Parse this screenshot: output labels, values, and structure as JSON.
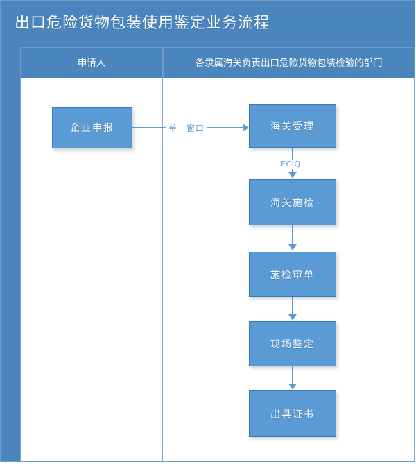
{
  "diagram": {
    "title": "出口危险货物包装使用鉴定业务流程",
    "type": "flowchart",
    "lanes": [
      {
        "id": "applicant",
        "label": "申请人"
      },
      {
        "id": "customs",
        "label": "各隶属海关负责出口危险货物包装检验的部门"
      }
    ],
    "nodes": [
      {
        "id": "n1",
        "lane": "applicant",
        "label": "企业申报"
      },
      {
        "id": "n2",
        "lane": "customs",
        "label": "海关受理"
      },
      {
        "id": "n3",
        "lane": "customs",
        "label": "海关施检"
      },
      {
        "id": "n4",
        "lane": "customs",
        "label": "施检审单"
      },
      {
        "id": "n5",
        "lane": "customs",
        "label": "现场鉴定"
      },
      {
        "id": "n6",
        "lane": "customs",
        "label": "出具证书"
      }
    ],
    "edges": [
      {
        "from": "n1",
        "to": "n2",
        "label": "单一窗口",
        "direction": "right"
      },
      {
        "from": "n2",
        "to": "n3",
        "label": "ECIQ",
        "direction": "down"
      },
      {
        "from": "n3",
        "to": "n4",
        "label": "",
        "direction": "down"
      },
      {
        "from": "n4",
        "to": "n5",
        "label": "",
        "direction": "down"
      },
      {
        "from": "n5",
        "to": "n6",
        "label": "",
        "direction": "down"
      }
    ],
    "colors": {
      "header_blue": "#4a86bd",
      "node_blue": "#5b9bd5",
      "node_border": "#417aad",
      "connector": "#5b9bd5",
      "lane_border": "#7ba7d0",
      "text_on_blue": "#ffffff"
    }
  }
}
